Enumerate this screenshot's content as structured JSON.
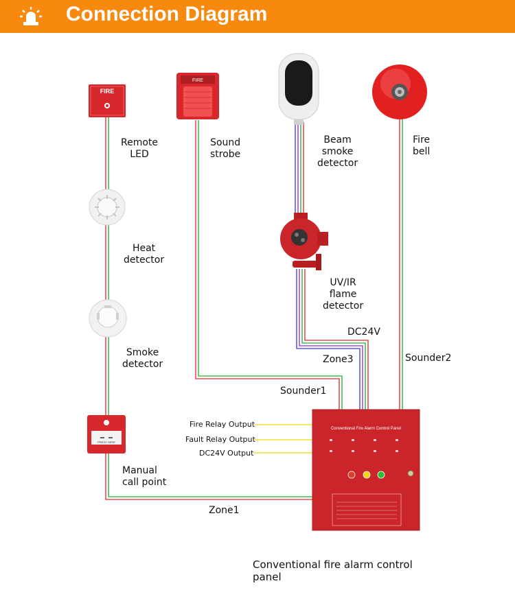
{
  "header": {
    "title": "Connection Diagram",
    "icon": "alarm-light-icon",
    "color": "#f7890f"
  },
  "devices": {
    "remote_led": {
      "lines": [
        "Remote",
        "LED"
      ],
      "text": "FIRE"
    },
    "sound_strobe": {
      "lines": [
        "Sound",
        "strobe"
      ],
      "text": "FIRE"
    },
    "beam_smoke": {
      "lines": [
        "Beam",
        "smoke",
        "detector"
      ]
    },
    "fire_bell": {
      "lines": [
        "Fire",
        "bell"
      ]
    },
    "heat_detector": {
      "lines": [
        "Heat",
        "detector"
      ]
    },
    "smoke_detector": {
      "lines": [
        "Smoke",
        "detector"
      ]
    },
    "flame_detector": {
      "lines": [
        "UV/IR",
        "flame",
        "detector"
      ]
    },
    "manual_call_point": {
      "lines": [
        "Manual",
        "call point"
      ],
      "text": "PRESS HERE"
    }
  },
  "wires": {
    "dc24v": "DC24V",
    "zone3": "Zone3",
    "sounder2": "Sounder2",
    "sounder1": "Sounder1",
    "zone1": "Zone1"
  },
  "outputs": {
    "fire_relay": "Fire Relay Output",
    "fault_relay": "Fault Relay Output",
    "dc24v": "DC24V Output"
  },
  "panel": {
    "title": "Conventional Fire Alarm Control Panel",
    "caption": "Conventional fire alarm control panel",
    "color": "#c9252b"
  }
}
